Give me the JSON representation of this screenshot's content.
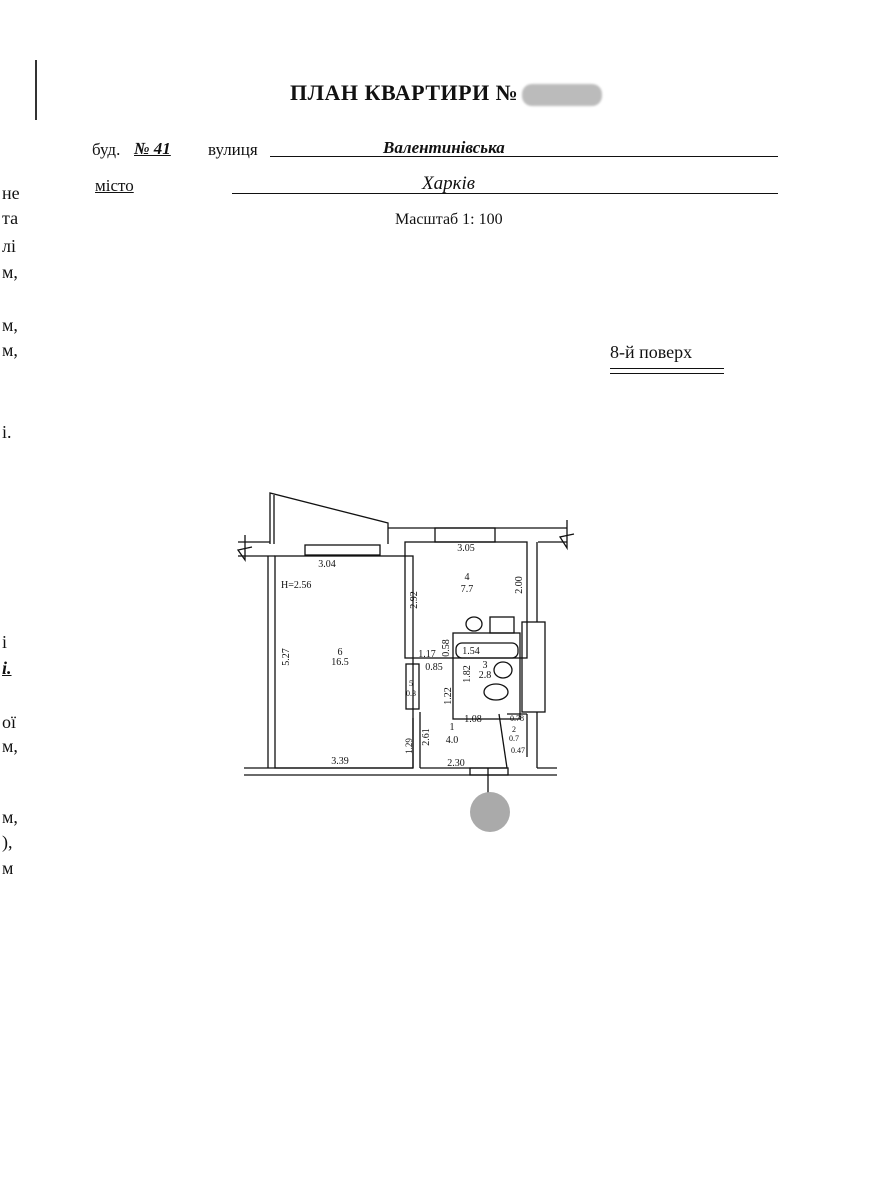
{
  "header": {
    "title": "ПЛАН КВАРТИРИ №",
    "building_label": "буд.",
    "building_number": "№ 41",
    "street_label": "вулиця",
    "street_value": "Валентинівська",
    "city_label": "місто",
    "city_value": "Харків",
    "scale": "Масштаб 1: 100",
    "floor": "8-й поверх"
  },
  "margin_fragments": [
    "не",
    "та",
    "лі",
    "м,",
    "м,",
    "м,",
    "і.",
    "і",
    "і.",
    "ої",
    "м,",
    "м,",
    "),",
    "м"
  ],
  "plan": {
    "height": "H=2.56",
    "rooms": [
      {
        "number": "1",
        "area": "4.0"
      },
      {
        "number": "2",
        "area": "0.7"
      },
      {
        "number": "3",
        "area": "2.8"
      },
      {
        "number": "4",
        "area": "7.7"
      },
      {
        "number": "5",
        "area": "0.3"
      },
      {
        "number": "6",
        "area": "16.5"
      }
    ],
    "dimensions": [
      "3.04",
      "3.05",
      "2.00",
      "2.92",
      "5.27",
      "3.39",
      "2.30",
      "1.17",
      "0.85",
      "0.58",
      "1.54",
      "1.82",
      "1.22",
      "2.61",
      "1.29",
      "1.08",
      "0.78",
      "0.47"
    ]
  }
}
